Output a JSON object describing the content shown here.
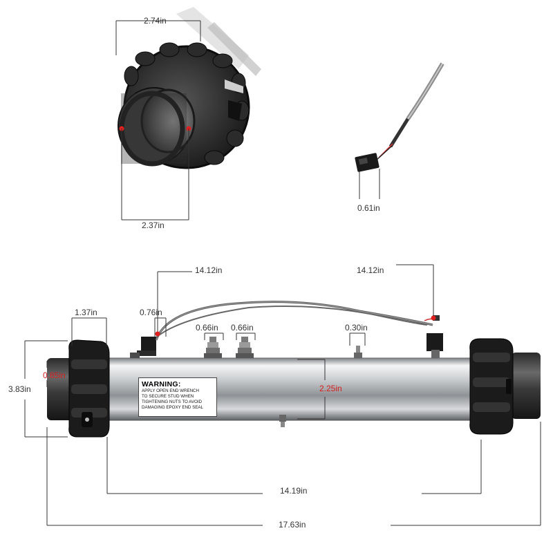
{
  "dimensions": {
    "union_outer_dia": "2.74in",
    "union_inner_dia": "2.37in",
    "connector_width": "0.61in",
    "sensor_lead_left": "14.12in",
    "sensor_lead_right": "14.12in",
    "end_cap_width": "1.37in",
    "sensor_port": "0.76in",
    "terminal_1": "0.66in",
    "terminal_2": "0.66in",
    "ground_stud": "0.30in",
    "union_height": "3.83in",
    "inner_offset": "0.85in",
    "tube_diameter": "2.25in",
    "tube_length": "14.19in",
    "overall_length": "17.63in"
  },
  "warning_label": {
    "title": "WARNING:",
    "lines": [
      "APPLY OPEN END WRENCH",
      "TO SECURE STUD WHEN",
      "TIGHTENING NUTS TO AVOID",
      "DAMAGING EPOXY END SEAL"
    ]
  },
  "colors": {
    "dimension_line": "#333333",
    "marker": "#e02020",
    "highlight_text": "#d42020",
    "rubber": "#1e1e1e",
    "steel": "#b9bcbf"
  }
}
